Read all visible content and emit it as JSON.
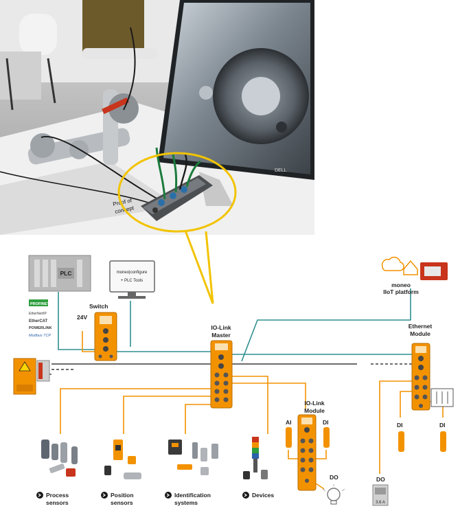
{
  "photo": {
    "label_line1": "Proof of",
    "label_line2": "concept",
    "monitor_brand": "DELL"
  },
  "diagram": {
    "plc_label": "PLC",
    "pc_line1": "moneo|configure",
    "pc_line2": "+ PLC Tools",
    "switch_label": "Switch",
    "voltage_label": "24V",
    "iolink_master_line1": "IO-Link",
    "iolink_master_line2": "Master",
    "iolink_module_line1": "IO-Link",
    "iolink_module_line2": "Module",
    "ethernet_module_line1": "Ethernet",
    "ethernet_module_line2": "Module",
    "moneo_line1": "moneo",
    "moneo_line2": "IIoT platform",
    "protocols": [
      "PROFINET",
      "EtherNet/IP",
      "EtherCAT",
      "POWERLINK",
      "Modbus TCP"
    ],
    "io_ai": "AI",
    "io_di_module": "DI",
    "io_do_module": "DO",
    "io_di_eth1": "DI",
    "io_di_eth2": "DI",
    "io_do_eth": "DO",
    "contactor_label": "3.6 A",
    "categories": [
      {
        "line1": "Process",
        "line2": "sensors"
      },
      {
        "line1": "Position",
        "line2": "sensors"
      },
      {
        "line1": "Identification",
        "line2": "systems"
      },
      {
        "line1": "Devices",
        "line2": ""
      }
    ]
  },
  "colors": {
    "orange": "#f39200",
    "teal": "#2f8f8f",
    "callout": "#f2c300",
    "plc_gray": "#b9b9b9"
  }
}
